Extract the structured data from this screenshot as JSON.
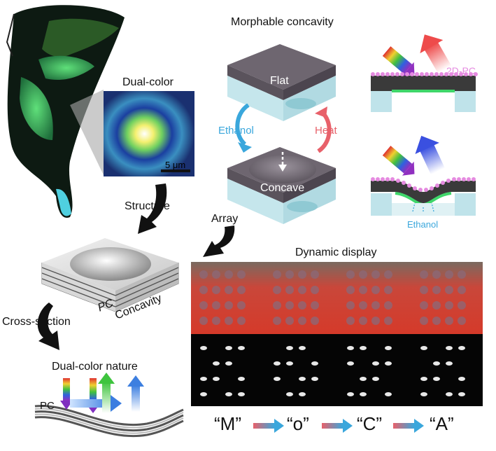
{
  "labels": {
    "dual_color": "Dual-color",
    "scale_bar": "5 μm",
    "structure": "Structure",
    "array": "Array",
    "cross_section": "Cross-section",
    "dual_color_nature": "Dual-color nature",
    "pc_small": "PC",
    "concavity": "Concavity",
    "pc_cross": "PC",
    "morphable_concavity": "Morphable concavity",
    "flat": "Flat",
    "concave": "Concave",
    "ethanol_left": "Ethanol",
    "heat": "Heat",
    "two_d_pc": "2D-PC",
    "ethanol_right": "Ethanol",
    "dynamic_display": "Dynamic display"
  },
  "sequence": [
    "“M”",
    "“o”",
    "“C”",
    "“A”"
  ],
  "colors": {
    "ethanol": "#3aa7dc",
    "heat": "#e8616a",
    "pc_pink": "#e58be0",
    "butterfly_green": "#3fd66a",
    "block_top": "#6e6670",
    "block_base": "#bfe3ea",
    "display_red": "#c93a2c"
  }
}
